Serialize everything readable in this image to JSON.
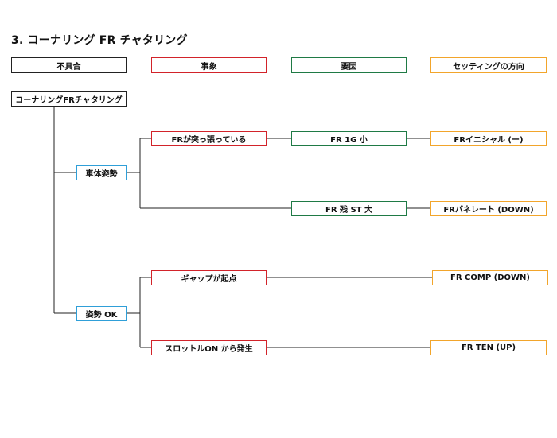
{
  "title": "3. コーナリング FR チャタリング",
  "headers": {
    "symptom": "不具合",
    "phenomenon": "事象",
    "cause": "要因",
    "setting": "セッティングの方向"
  },
  "root": "コーナリングFRチャタリング",
  "level1": {
    "vehicle_posture": "車体姿勢",
    "posture_ok": "姿勢 OK"
  },
  "phenomena": {
    "fr_stiff": "FRが突っ張っている",
    "gap_occurs": "ギャップが起点",
    "throttle_on": "スロットルON から発生"
  },
  "causes": {
    "fr_1g_small": "FR 1G 小",
    "fr_remaining_st_large": "FR 残 ST 大"
  },
  "settings": {
    "fr_initial": "FRイニシャル (ー)",
    "fr_panel_rate": "FRパネレート (DOWN)",
    "fr_comp": "FR COMP (DOWN)",
    "fr_ten": "FR TEN (UP)"
  },
  "colors": {
    "symptom": "#222222",
    "phenomenon": "#d2232a",
    "cause": "#1f7a45",
    "setting": "#f2a52b",
    "level1": "#2f9fd8"
  }
}
